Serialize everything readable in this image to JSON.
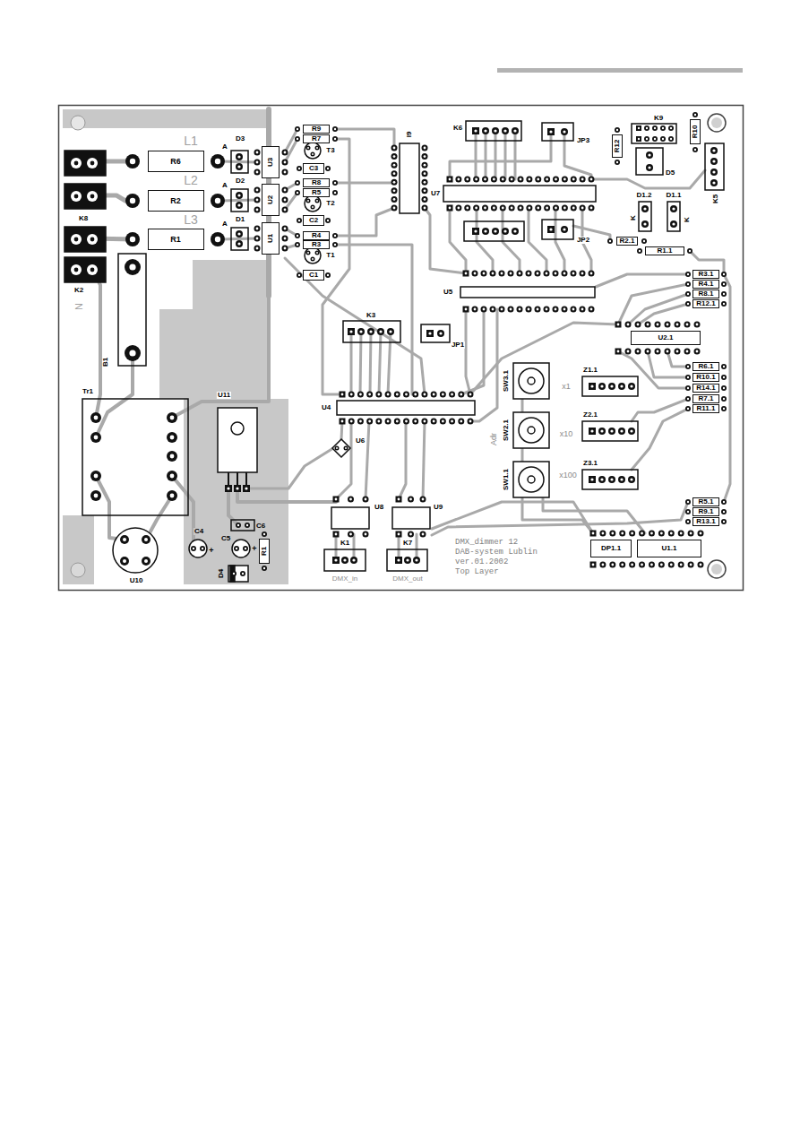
{
  "diagram": {
    "nodes": [
      {
        "text": [
          "R6"
        ]
      },
      {
        "text": [
          "R2"
        ]
      },
      {
        "text": [
          "R1"
        ]
      },
      {
        "text": [
          "U3"
        ]
      },
      {
        "text": [
          "U2"
        ]
      },
      {
        "text": [
          "U1"
        ]
      },
      {
        "text": [
          "R9"
        ]
      },
      {
        "text": [
          "R7"
        ]
      },
      {
        "text": [
          "C3"
        ]
      },
      {
        "text": [
          "R8"
        ]
      },
      {
        "text": [
          "R5"
        ]
      },
      {
        "text": [
          "C2"
        ]
      },
      {
        "text": [
          "R4"
        ]
      },
      {
        "text": [
          "R3"
        ]
      },
      {
        "text": [
          "C1"
        ]
      },
      {
        "text": [
          "R12"
        ]
      },
      {
        "text": [
          "R10"
        ]
      },
      {
        "text": [
          "R2.1"
        ]
      },
      {
        "text": [
          "R1.1"
        ]
      },
      {
        "text": [
          "R3.1"
        ]
      },
      {
        "text": [
          "R4.1"
        ]
      },
      {
        "text": [
          "R8.1"
        ]
      },
      {
        "text": [
          "R12.1"
        ]
      },
      {
        "text": [
          "U2.1"
        ]
      },
      {
        "text": [
          "R6.1"
        ]
      },
      {
        "text": [
          "R10.1"
        ]
      },
      {
        "text": [
          "R14.1"
        ]
      },
      {
        "text": [
          "R7.1"
        ]
      },
      {
        "text": [
          "R11.1"
        ]
      },
      {
        "text": [
          "R5.1"
        ]
      },
      {
        "text": [
          "R9.1"
        ]
      },
      {
        "text": [
          "R13.1"
        ]
      },
      {
        "text": [
          "R1"
        ]
      },
      {
        "text": [
          "DP1.1"
        ]
      },
      {
        "text": [
          "U1.1"
        ]
      }
    ],
    "labels": [
      "L1",
      "D3",
      "A",
      "L2",
      "D2",
      "A",
      "L3",
      "D1",
      "A",
      "K8",
      "K2",
      "N",
      "B1",
      "Tr1",
      "U11",
      "U10",
      "C4",
      "+",
      "C5",
      "+",
      "C6",
      "D4",
      "T3",
      "T2",
      "T1",
      "I9",
      "K6",
      "U7",
      "JP3",
      "K9",
      "D5",
      "K5",
      "D1.2",
      "D1.1",
      "K",
      "K",
      "JP2",
      "U5",
      "K3",
      "JP1",
      "U4",
      "U6",
      "SW3.1",
      "x1",
      "Z1.1",
      "Adr",
      "SW2.1",
      "x10",
      "Z2.1",
      "SW1.1",
      "x100",
      "Z3.1",
      "U8",
      "U9",
      "K1",
      "K7",
      "DMX_in",
      "DMX_out",
      "DMX_dimmer 12",
      "DAB-system Lublin",
      "ver.01.2002",
      "Top Layer"
    ]
  }
}
